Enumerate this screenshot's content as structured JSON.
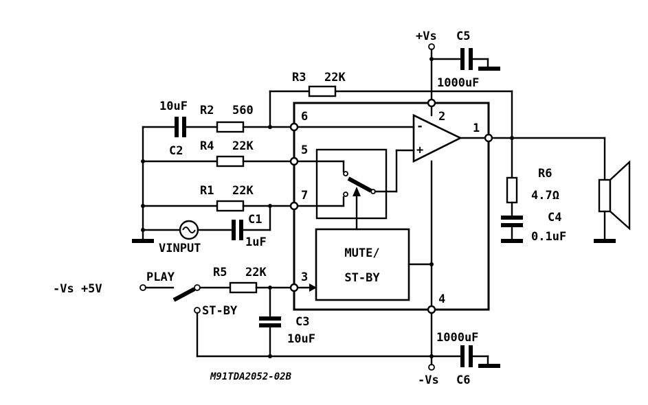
{
  "supply": {
    "pos": "+Vs",
    "neg": "-Vs"
  },
  "components": {
    "c1": {
      "ref": "C1",
      "value": "1uF"
    },
    "c2": {
      "ref": "C2",
      "value": "10uF"
    },
    "c3": {
      "ref": "C3",
      "value": "10uF"
    },
    "c4": {
      "ref": "C4",
      "value": "0.1uF"
    },
    "c5": {
      "ref": "C5",
      "value": "1000uF"
    },
    "c6": {
      "ref": "C6",
      "value": "1000uF"
    },
    "r1": {
      "ref": "R1",
      "value": "22K"
    },
    "r2": {
      "ref": "R2",
      "value": "560"
    },
    "r3": {
      "ref": "R3",
      "value": "22K"
    },
    "r4": {
      "ref": "R4",
      "value": "22K"
    },
    "r5": {
      "ref": "R5",
      "value": "22K"
    },
    "r6": {
      "ref": "R6",
      "value": "4.7Ω"
    }
  },
  "pins": {
    "p1": "1",
    "p2": "2",
    "p3": "3",
    "p4": "4",
    "p5": "5",
    "p6": "6",
    "p7": "7"
  },
  "opamp": {
    "minus": "-",
    "plus": "+"
  },
  "mute_block": {
    "line1": "MUTE/",
    "line2": "ST-BY"
  },
  "input_label": "VINPUT",
  "control": {
    "voltage_label": "-Vs +5V",
    "play": "PLAY",
    "standby": "ST-BY"
  },
  "drawing_code": "M91TDA2052-02B"
}
